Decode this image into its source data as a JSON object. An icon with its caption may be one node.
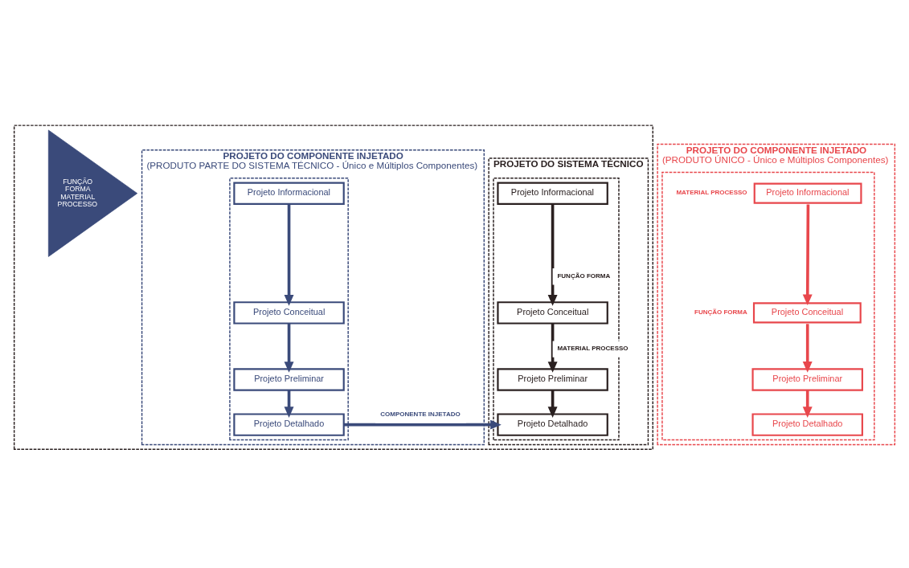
{
  "diagram": {
    "nodes": [
      {
        "text": [],
        "shape": "box"
      },
      {
        "text": [
          "PROJETO DO SISTEMA TÉCNICO"
        ],
        "in": 0
      },
      {
        "text": [],
        "shape": "box",
        "in": 1
      },
      {
        "text": [
          "Projeto Informacional"
        ],
        "in": 2
      },
      {
        "text": [
          "Projeto Conceitual"
        ],
        "in": 2
      },
      {
        "text": [
          "Projeto Preliminar"
        ],
        "in": 2
      },
      {
        "text": [
          "Projeto Detalhado"
        ],
        "in": 2
      },
      {
        "text": [
          "FUNÇÃO FORMA MATERIAL PROCESSO"
        ],
        "in": 0
      },
      {
        "text": [
          "PROJETO DO COMPONENTE INJETADO",
          "(PRODUTO PARTE DO SISTEMA TÉCNICO - Único e Múltiplos Componentes)"
        ],
        "in": 0
      },
      {
        "text": [],
        "shape": "box",
        "in": 8
      },
      {
        "text": [
          "Projeto Informacional"
        ],
        "in": 9
      },
      {
        "text": [
          "Projeto Conceitual"
        ],
        "in": 9
      },
      {
        "text": [
          "Projeto Preliminar"
        ],
        "in": 9
      },
      {
        "text": [
          "Projeto Detalhado"
        ],
        "in": 9
      },
      {
        "text": [
          "PROJETO DO COMPONENTE INJETADO",
          "(PRODUTO ÚNICO - Único e Múltiplos Componentes)"
        ]
      },
      {
        "text": [],
        "shape": "box",
        "in": 14
      },
      {
        "text": [
          "Projeto Informacional"
        ],
        "in": 15,
        "beside": [
          "MATERIAL PROCESSO"
        ]
      },
      {
        "text": [
          "Projeto Conceitual"
        ],
        "in": 15,
        "beside": [
          "FUNÇÃO FORMA"
        ]
      },
      {
        "text": [
          "Projeto Preliminar"
        ],
        "in": 15
      },
      {
        "text": [
          "Projeto Detalhado"
        ],
        "in": 15
      }
    ],
    "edges": [
      {
        "from": 3,
        "to": 4,
        "arrow": "to",
        "label": "FUNÇÃO FORMA",
        "color": "#2a2020"
      },
      {
        "from": 4,
        "to": 5,
        "arrow": "to",
        "label": "MATERIAL PROCESSO",
        "color": "#2a2020"
      },
      {
        "from": 5,
        "to": 6,
        "arrow": "to",
        "color": "#2a2020"
      },
      {
        "from": 10,
        "to": 11,
        "arrow": "to",
        "color": "#3a4a7a"
      },
      {
        "from": 11,
        "to": 12,
        "arrow": "to",
        "color": "#3a4a7a"
      },
      {
        "from": 12,
        "to": 13,
        "arrow": "to",
        "color": "#3a4a7a"
      },
      {
        "from": 13,
        "to": 6,
        "arrow": "to",
        "label": "COMPONENTE INJETADO",
        "color": "#3a4a7a"
      },
      {
        "from": 16,
        "to": 17,
        "arrow": "to",
        "color": "#e8474c"
      },
      {
        "from": 17,
        "to": 18,
        "arrow": "to",
        "color": "#e8474c"
      },
      {
        "from": 18,
        "to": 19,
        "arrow": "to",
        "color": "#e8474c"
      }
    ]
  }
}
